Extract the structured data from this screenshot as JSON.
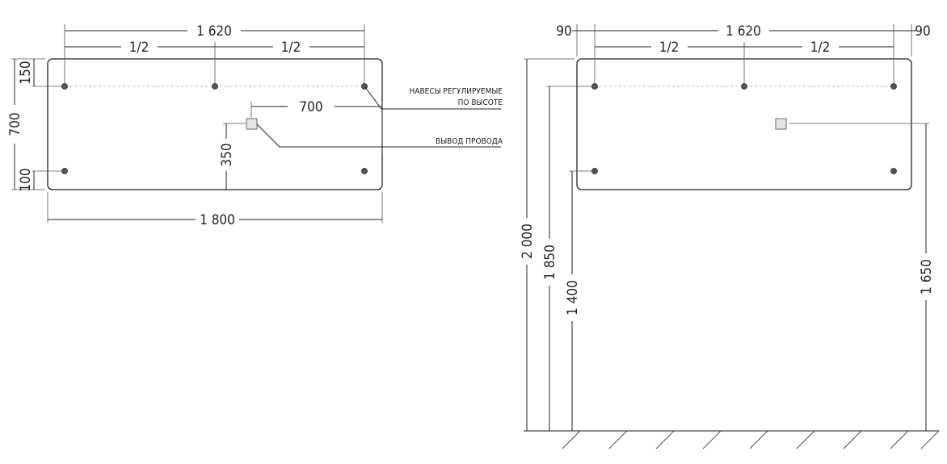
{
  "front_view": {
    "overall_width": "1 800",
    "hinge_span": "1 620",
    "half_left": "1/2",
    "half_right": "1/2",
    "height": "700",
    "top_offset": "150",
    "bottom_offset": "100",
    "outlet_x": "700",
    "outlet_y": "350",
    "note_hinges_line1": "НАВЕСЫ РЕГУЛИРУЕМЫЕ",
    "note_hinges_line2": "ПО ВЫСОТЕ",
    "note_outlet": "ВЫВОД ПРОВОДА"
  },
  "install_view": {
    "hinge_span": "1 620",
    "half_left": "1/2",
    "half_right": "1/2",
    "edge_left": "90",
    "edge_right": "90",
    "top_height": "2 000",
    "hinge_height": "1 850",
    "lower_hinge_height": "1 400",
    "outlet_height": "1 650"
  }
}
